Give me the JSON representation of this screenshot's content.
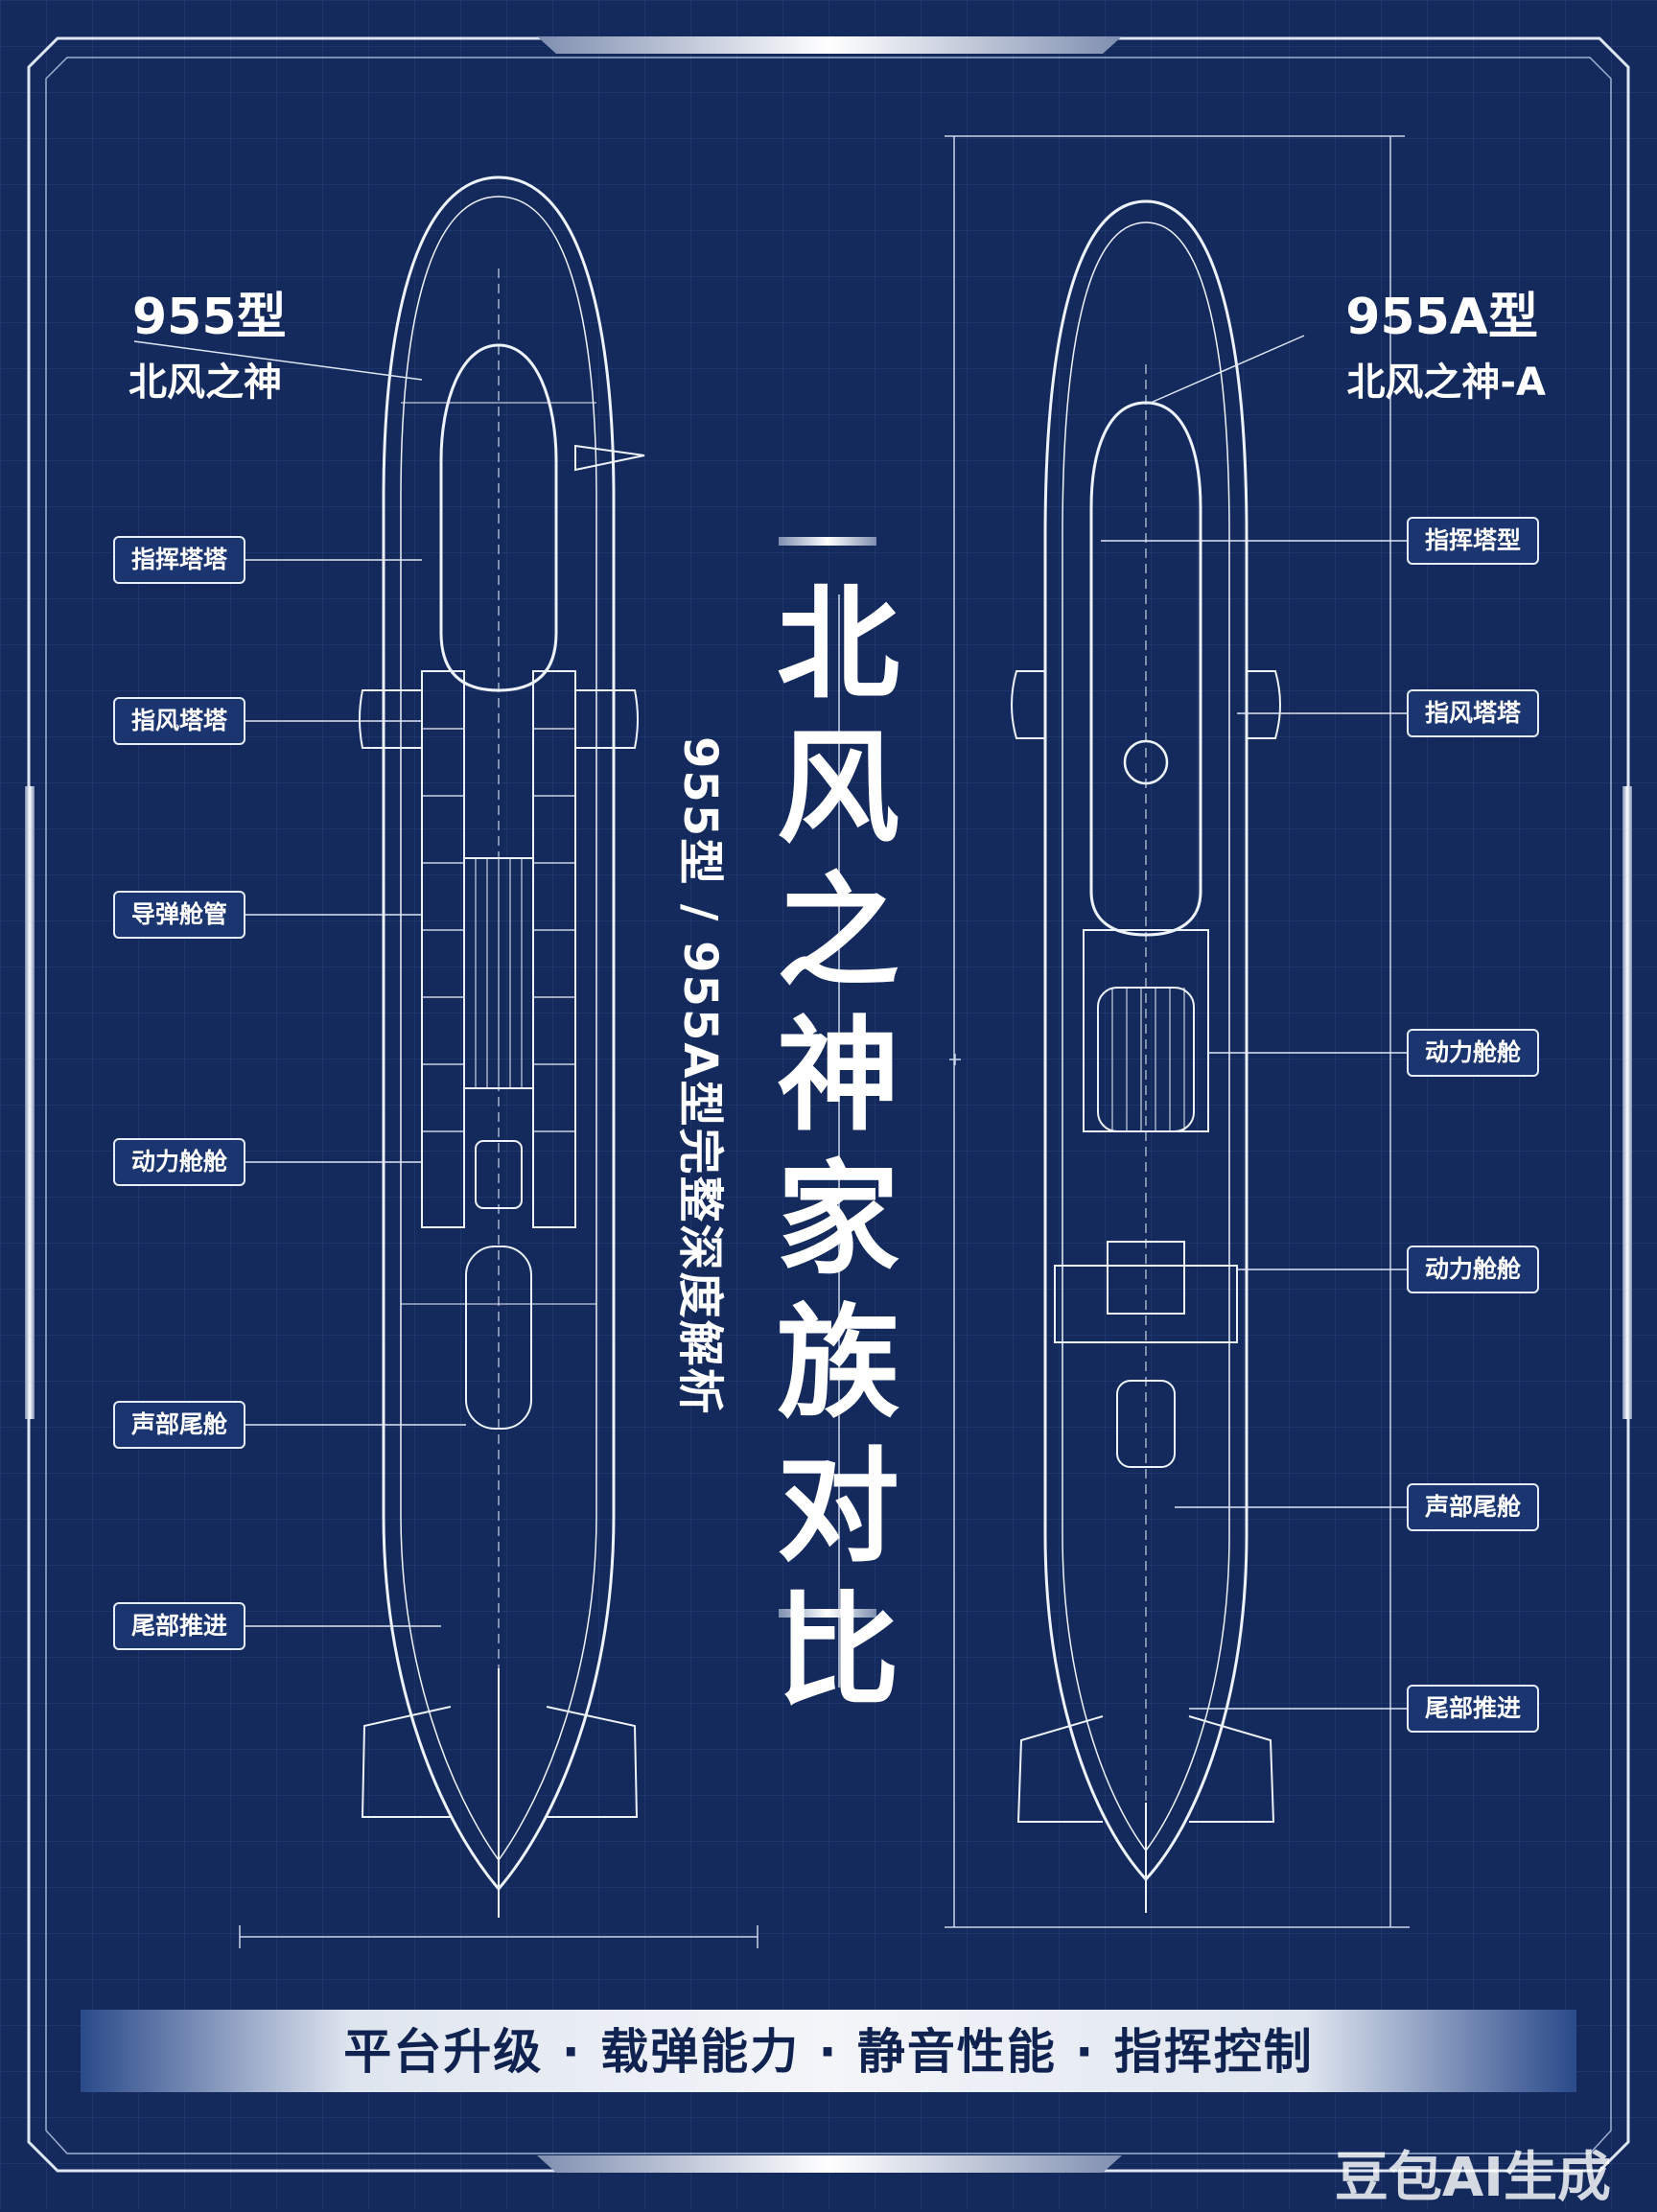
{
  "left": {
    "type_label": "955型",
    "name_label": "北风之神"
  },
  "right": {
    "type_label": "955A型",
    "name_label": "北风之神-A"
  },
  "title": "北风之神家族对比",
  "subtitle": "955型 / 955A型完整深度解析",
  "left_callouts": [
    "指挥塔塔",
    "指风塔塔",
    "导弹舱管",
    "动力舱舱",
    "声部尾舱",
    "尾部推进"
  ],
  "right_callouts": [
    "指挥塔型",
    "指风塔塔",
    "动力舱舱",
    "动力舱舱",
    "声部尾舱",
    "尾部推进"
  ],
  "tagline": "平台升级 · 载弹能力 · 静音性能 · 指挥控制",
  "watermark": "豆包AI生成",
  "colors": {
    "background": "#142a5c",
    "line": "#e7edf8",
    "banner_text": "#0f2250"
  }
}
